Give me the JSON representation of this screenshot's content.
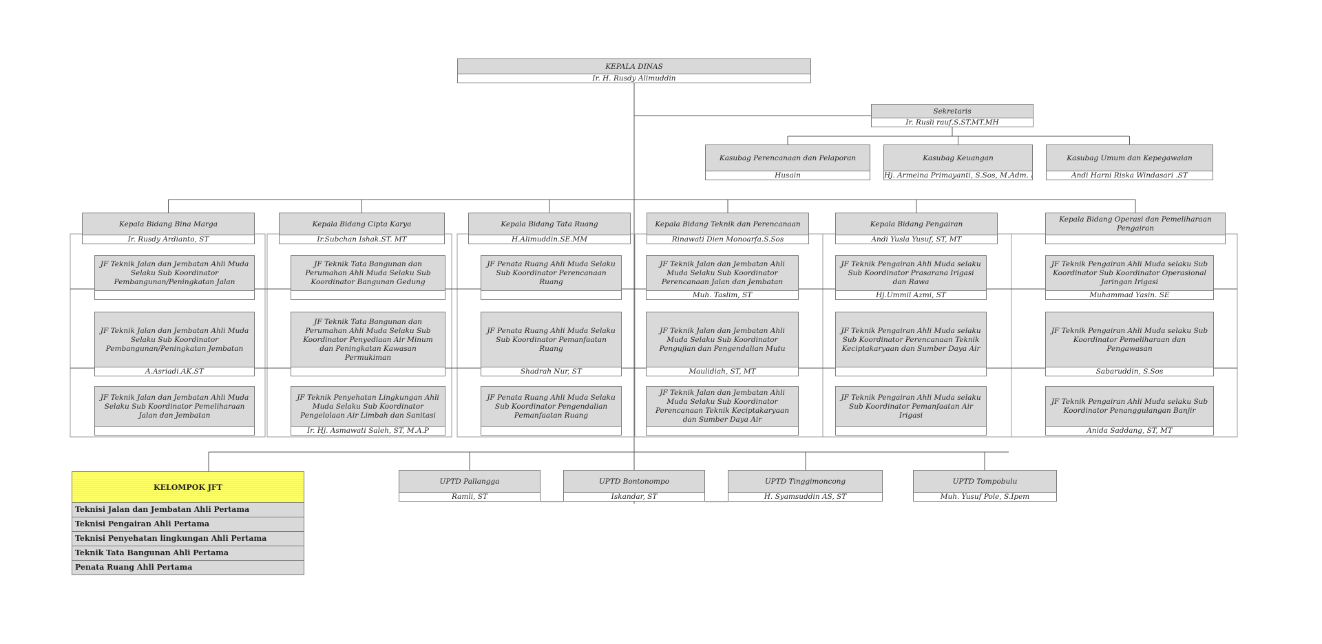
{
  "head": {
    "title": "KEPALA DINAS",
    "name": "Ir. H. Rusdy Alimuddin"
  },
  "sekretaris": {
    "title": "Sekretaris",
    "name": "Ir. Rusli rauf.S.ST.MT.MH"
  },
  "kasubag": [
    {
      "title": "Kasubag Perencanaan dan Pelaporan",
      "name": "Husain"
    },
    {
      "title": "Kasubag Keuangan",
      "name": "Hj. Armeina Primayanti, S.Sos, M.Adm. Pemb"
    },
    {
      "title": "Kasubag Umum dan Kepegawaian",
      "name": "Andi Harni Riska Windasari .ST"
    }
  ],
  "bidang": [
    {
      "title": "Kepala Bidang Bina Marga",
      "name": "Ir. Rusdy Ardianto, ST",
      "jf": [
        {
          "title": "JF Teknik Jalan dan Jembatan Ahli Muda Selaku Sub Koordinator Pembangunan/Peningkatan Jalan",
          "name": ""
        },
        {
          "title": "JF Teknik Jalan dan Jembatan Ahli Muda Selaku Sub Koordinator Pembangunan/Peningkatan Jembatan",
          "name": "A.Asriadi.AK.ST"
        },
        {
          "title": "JF Teknik Jalan dan Jembatan Ahli Muda Selaku Sub Koordinator Pemeliharaan Jalan dan Jembatan",
          "name": ""
        }
      ]
    },
    {
      "title": "Kepala Bidang Cipta Karya",
      "name": "Ir.Subchan Ishak.ST. MT",
      "jf": [
        {
          "title": "JF Teknik Tata Bangunan dan Perumahan Ahli Muda Selaku Sub Koordinator Bangunan Gedung",
          "name": ""
        },
        {
          "title": "JF Teknik Tata Bangunan dan Perumahan Ahli Muda Selaku Sub Koordinator Penyediaan Air Minum dan Peningkatan Kawasan Permukiman",
          "name": ""
        },
        {
          "title": "JF Teknik Penyehatan Lingkungan Ahli Muda Selaku Sub Koordinator Pengelolaan Air Limbah dan Sanitasi",
          "name": "Ir. Hj. Asmawati Saleh, ST, M.A.P"
        }
      ]
    },
    {
      "title": "Kepala Bidang Tata Ruang",
      "name": "H.Alimuddin.SE.MM",
      "jf": [
        {
          "title": "JF Penata Ruang Ahli Muda Selaku Sub Koordinator Perencanaan Ruang",
          "name": ""
        },
        {
          "title": "JF Penata Ruang Ahli Muda Selaku Sub Koordinator Pemanfaatan Ruang",
          "name": "Shadrah Nur, ST"
        },
        {
          "title": "JF Penata Ruang Ahli Muda Selaku Sub Koordinator Pengendalian Pemanfaatan Ruang",
          "name": ""
        }
      ]
    },
    {
      "title": "Kepala Bidang Teknik dan Perencanaan",
      "name": "Rinawati Dien Monoarfa.S.Sos",
      "jf": [
        {
          "title": "JF Teknik Jalan dan Jembatan Ahli Muda Selaku Sub Koordinator Perencanaan Jalan dan Jembatan",
          "name": "Muh. Taslim, ST"
        },
        {
          "title": "JF Teknik Jalan dan Jembatan Ahli Muda Selaku Sub Koordinator Pengujian dan Pengendalian Mutu",
          "name": "Maulidiah, ST, MT"
        },
        {
          "title": "JF Teknik Jalan dan Jembatan Ahli Muda Selaku Sub Koordinator Perencanaan Teknik Keciptakaryaan dan Sumber Daya Air",
          "name": ""
        }
      ]
    },
    {
      "title": "Kepala Bidang Pengairan",
      "name": "Andi Yusla Yusuf, ST, MT",
      "jf": [
        {
          "title": "JF Teknik Pengairan Ahli Muda selaku Sub Koordinator  Prasarana Irigasi dan Rawa",
          "name": "Hj.Ummil Azmi, ST"
        },
        {
          "title": "JF Teknik Pengairan Ahli Muda selaku Sub Koordinator Perencanaan Teknik Keciptakaryaan dan Sumber Daya Air",
          "name": ""
        },
        {
          "title": "JF Teknik Pengairan Ahli Muda selaku Sub Koordinator Pemanfaatan Air Irigasi",
          "name": ""
        }
      ]
    },
    {
      "title": "Kepala Bidang Operasi dan Pemeliharaan Pengairan",
      "name": "",
      "jf": [
        {
          "title": "JF Teknik Pengairan Ahli Muda selaku Sub Koordinator Sub Koordinator Operasional Jaringan Irigasi",
          "name": "Muhammad Yasin. SE"
        },
        {
          "title": "JF Teknik Pengairan Ahli Muda selaku Sub Koordinator  Pemeliharaan dan Pengawasan",
          "name": "Sabaruddin, S.Sos"
        },
        {
          "title": "JF Teknik Pengairan Ahli Muda selaku Sub Koordinator Penanggulangan Banjir",
          "name": "Anida Saddang, ST, MT"
        }
      ]
    }
  ],
  "uptd": [
    {
      "title": "UPTD Pallangga",
      "name": "Ramli, ST"
    },
    {
      "title": "UPTD Bontonompo",
      "name": "Iskandar, ST"
    },
    {
      "title": "UPTD Tinggimoncong",
      "name": "H. Syamsuddin AS, ST"
    },
    {
      "title": "UPTD Tompobulu",
      "name": "Muh. Yusuf Pole, S.Ipem"
    }
  ],
  "kelompok": {
    "title": "KELOMPOK JFT",
    "items": [
      "Teknisi Jalan dan Jembatan Ahli Pertama",
      "Teknisi Pengairan Ahli Pertama",
      "Teknisi Penyehatan lingkungan Ahli Pertama",
      "Teknik Tata Bangunan Ahli Pertama",
      "Penata Ruang Ahli Pertama"
    ]
  },
  "colors": {
    "box_fill": "#d9d9d9",
    "border": "#7a7a7a",
    "line": "#555555",
    "highlight": "#ffff66"
  }
}
